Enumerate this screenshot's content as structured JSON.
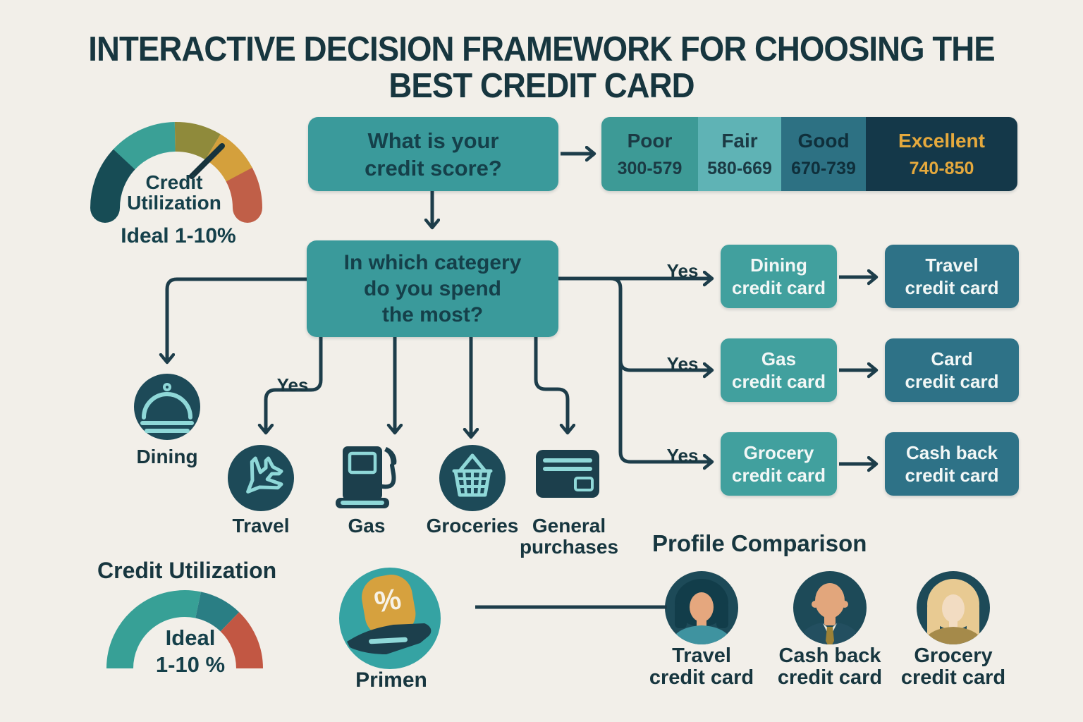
{
  "title": {
    "line1": "INTERACTIVE DECISION FRAMEWORK FOR CHOOSING THE",
    "line2": "BEST CREDIT CARD"
  },
  "top_gauge": {
    "label1": "Credit",
    "label2": "Utilization",
    "caption": "Ideal 1-10%"
  },
  "question1": {
    "line1": "What is your",
    "line2": "credit score?"
  },
  "score_bands": [
    {
      "label": "Poor",
      "range": "300-579"
    },
    {
      "label": "Fair",
      "range": "580-669"
    },
    {
      "label": "Good",
      "range": "670-739"
    },
    {
      "label": "Excellent",
      "range": "740-850"
    }
  ],
  "question2": {
    "line1": "In which categery",
    "line2": "do you spend",
    "line3": "the most?"
  },
  "yes_labels": {
    "travel": "Yes",
    "row1": "Yes",
    "row2": "Yes",
    "row3": "Yes"
  },
  "categories": {
    "dining": {
      "label": "Dining",
      "icon": "cloche-icon"
    },
    "travel": {
      "label": "Travel",
      "icon": "plane-icon"
    },
    "gas": {
      "label": "Gas",
      "icon": "gas-pump-icon"
    },
    "groceries": {
      "label": "Groceries",
      "icon": "basket-icon"
    },
    "general": {
      "label_line1": "General",
      "label_line2": "purchases",
      "icon": "credit-card-icon"
    }
  },
  "decision_rows": [
    {
      "from_line1": "Dining",
      "from_line2": "credit card",
      "to_line1": "Travel",
      "to_line2": "credit card"
    },
    {
      "from_line1": "Gas",
      "from_line2": "credit card",
      "to_line1": "Card",
      "to_line2": "credit card"
    },
    {
      "from_line1": "Grocery",
      "from_line2": "credit card",
      "to_line1": "Cash back",
      "to_line2": "credit card"
    }
  ],
  "bottom_gauge": {
    "heading": "Credit Utilization",
    "caption1": "Ideal",
    "caption2": "1-10 %"
  },
  "primen": {
    "percent": "%",
    "label": "Primen"
  },
  "profile_comparison": {
    "heading": "Profile Comparison",
    "profiles": [
      {
        "line1": "Travel",
        "line2": "credit card"
      },
      {
        "line1": "Cash back",
        "line2": "credit card"
      },
      {
        "line1": "Grocery",
        "line2": "credit card"
      }
    ]
  },
  "colors": {
    "background": "#f2efe9",
    "ink": "#17363f",
    "connector": "#1d3d4a",
    "question_box": "#3a9a9b",
    "result_box_left": "#41a09e",
    "result_box_right": "#2e7287",
    "band_poor": "#3d9a96",
    "band_fair": "#5fb3b5",
    "band_good": "#2d7183",
    "band_excellent": "#143849",
    "excellent_text": "#e5a93d",
    "icon_circle": "#1d4a58",
    "icon_glyph": "#8fd8d8",
    "gauge_dark_teal": "#174c55",
    "gauge_teal": "#3aa096",
    "gauge_olive": "#8f8a3b",
    "gauge_gold": "#d4a03c",
    "gauge_red": "#c05f48",
    "primen_circle": "#35a3a3"
  }
}
